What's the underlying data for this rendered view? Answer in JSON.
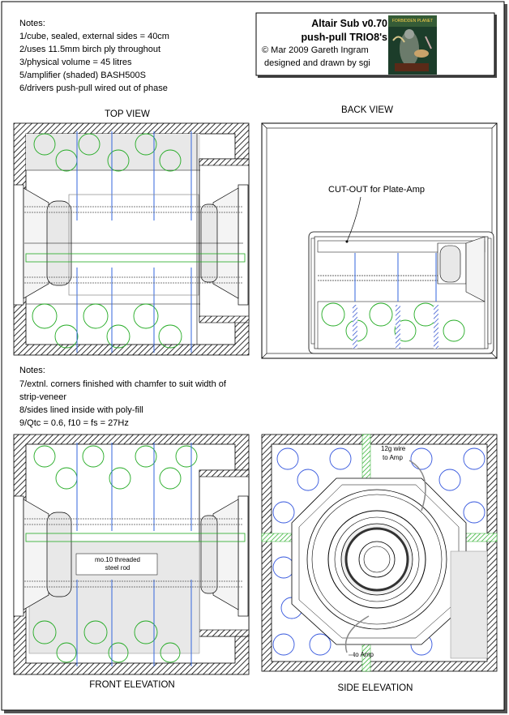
{
  "title_block": {
    "line1": "Altair Sub v0.70",
    "line2": "push-pull TRIO8's",
    "line3": "© Mar 2009  Gareth Ingram",
    "line4": "designed and drawn by sgi"
  },
  "notes_top": {
    "heading": "Notes:",
    "items": [
      "1/cube, sealed, external sides = 40cm",
      "2/uses 11.5mm birch ply throughout",
      "3/physical volume = 45 litres",
      "5/amplifier (shaded) BASH500S",
      "6/drivers push-pull wired out of phase"
    ]
  },
  "notes_mid": {
    "heading": "Notes:",
    "items": [
      "7/extnl. corners finished with chamfer to suit width of",
      "strip-veneer",
      "8/sides lined inside with poly-fill",
      "9/Qtc = 0.6, f10 = fs = 27Hz"
    ]
  },
  "views": {
    "top": "TOP VIEW",
    "back": "BACK VIEW",
    "front": "FRONT ELEVATION",
    "side": "SIDE ELEVATION"
  },
  "annotations": {
    "cutout": "CUT-OUT for Plate-Amp",
    "rod_line1": "mo.10 threaded",
    "rod_line2": "steel rod",
    "wire_line1": "12g wire",
    "wire_line2": "to Amp",
    "to_amp": "to Amp"
  },
  "colors": {
    "fill_circles": "#22aa22",
    "blue_circles": "#3355dd",
    "rods": "#3366dd",
    "outline": "#000000",
    "shade": "#e6e6e6"
  }
}
